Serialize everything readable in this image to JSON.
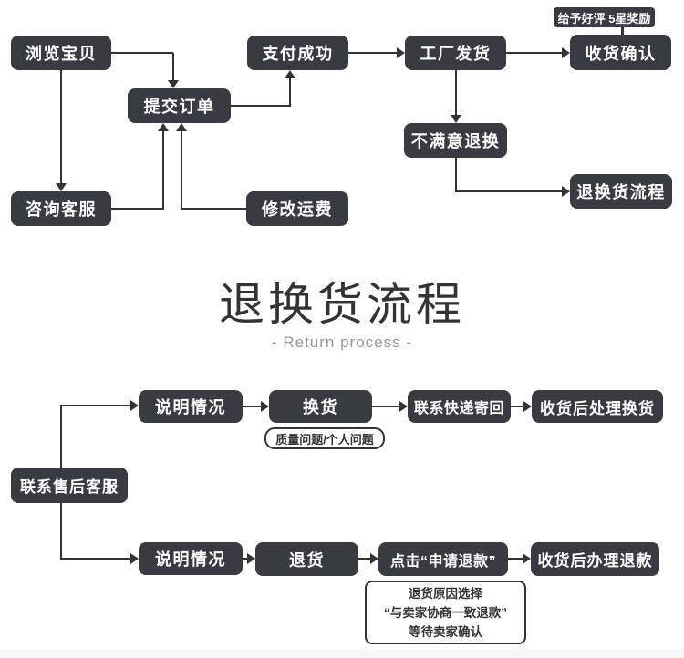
{
  "title": {
    "heading": "退换货流程",
    "subtitle": "- Return process -"
  },
  "top_flow": {
    "browse": "浏览宝贝",
    "submit_order": "提交订单",
    "payment_success": "支付成功",
    "factory_shipping": "工厂发货",
    "praise_reward": "给予好评 5星奖励",
    "receipt_confirm": "收货确认",
    "unsatisfied_return": "不满意退换",
    "consult_service": "咨询客服",
    "modify_shipping": "修改运费",
    "return_process": "退换货流程"
  },
  "bottom_flow": {
    "contact_after_sales": "联系售后客服",
    "explain_situation_1": "说明情况",
    "exchange_goods": "换货",
    "exchange_note": "质量问题/个人问题",
    "contact_courier": "联系快递寄回",
    "handle_exchange": "收货后处理换货",
    "explain_situation_2": "说明情况",
    "return_goods": "退货",
    "click_apply_refund": "点击“申请退款”",
    "handle_refund": "收货后办理退款",
    "refund_note": [
      "退货原因选择",
      "“与卖家协商一致退款”",
      "等待卖家确认"
    ]
  },
  "colors": {
    "node_bg": "#3a3a42",
    "node_text": "#ffffff",
    "line": "#333333",
    "title": "#333333",
    "subtitle": "#999999",
    "note_border": "#333333",
    "note_text": "#333333",
    "footer_bar": "#f7f7f7",
    "background": "#ffffff"
  }
}
